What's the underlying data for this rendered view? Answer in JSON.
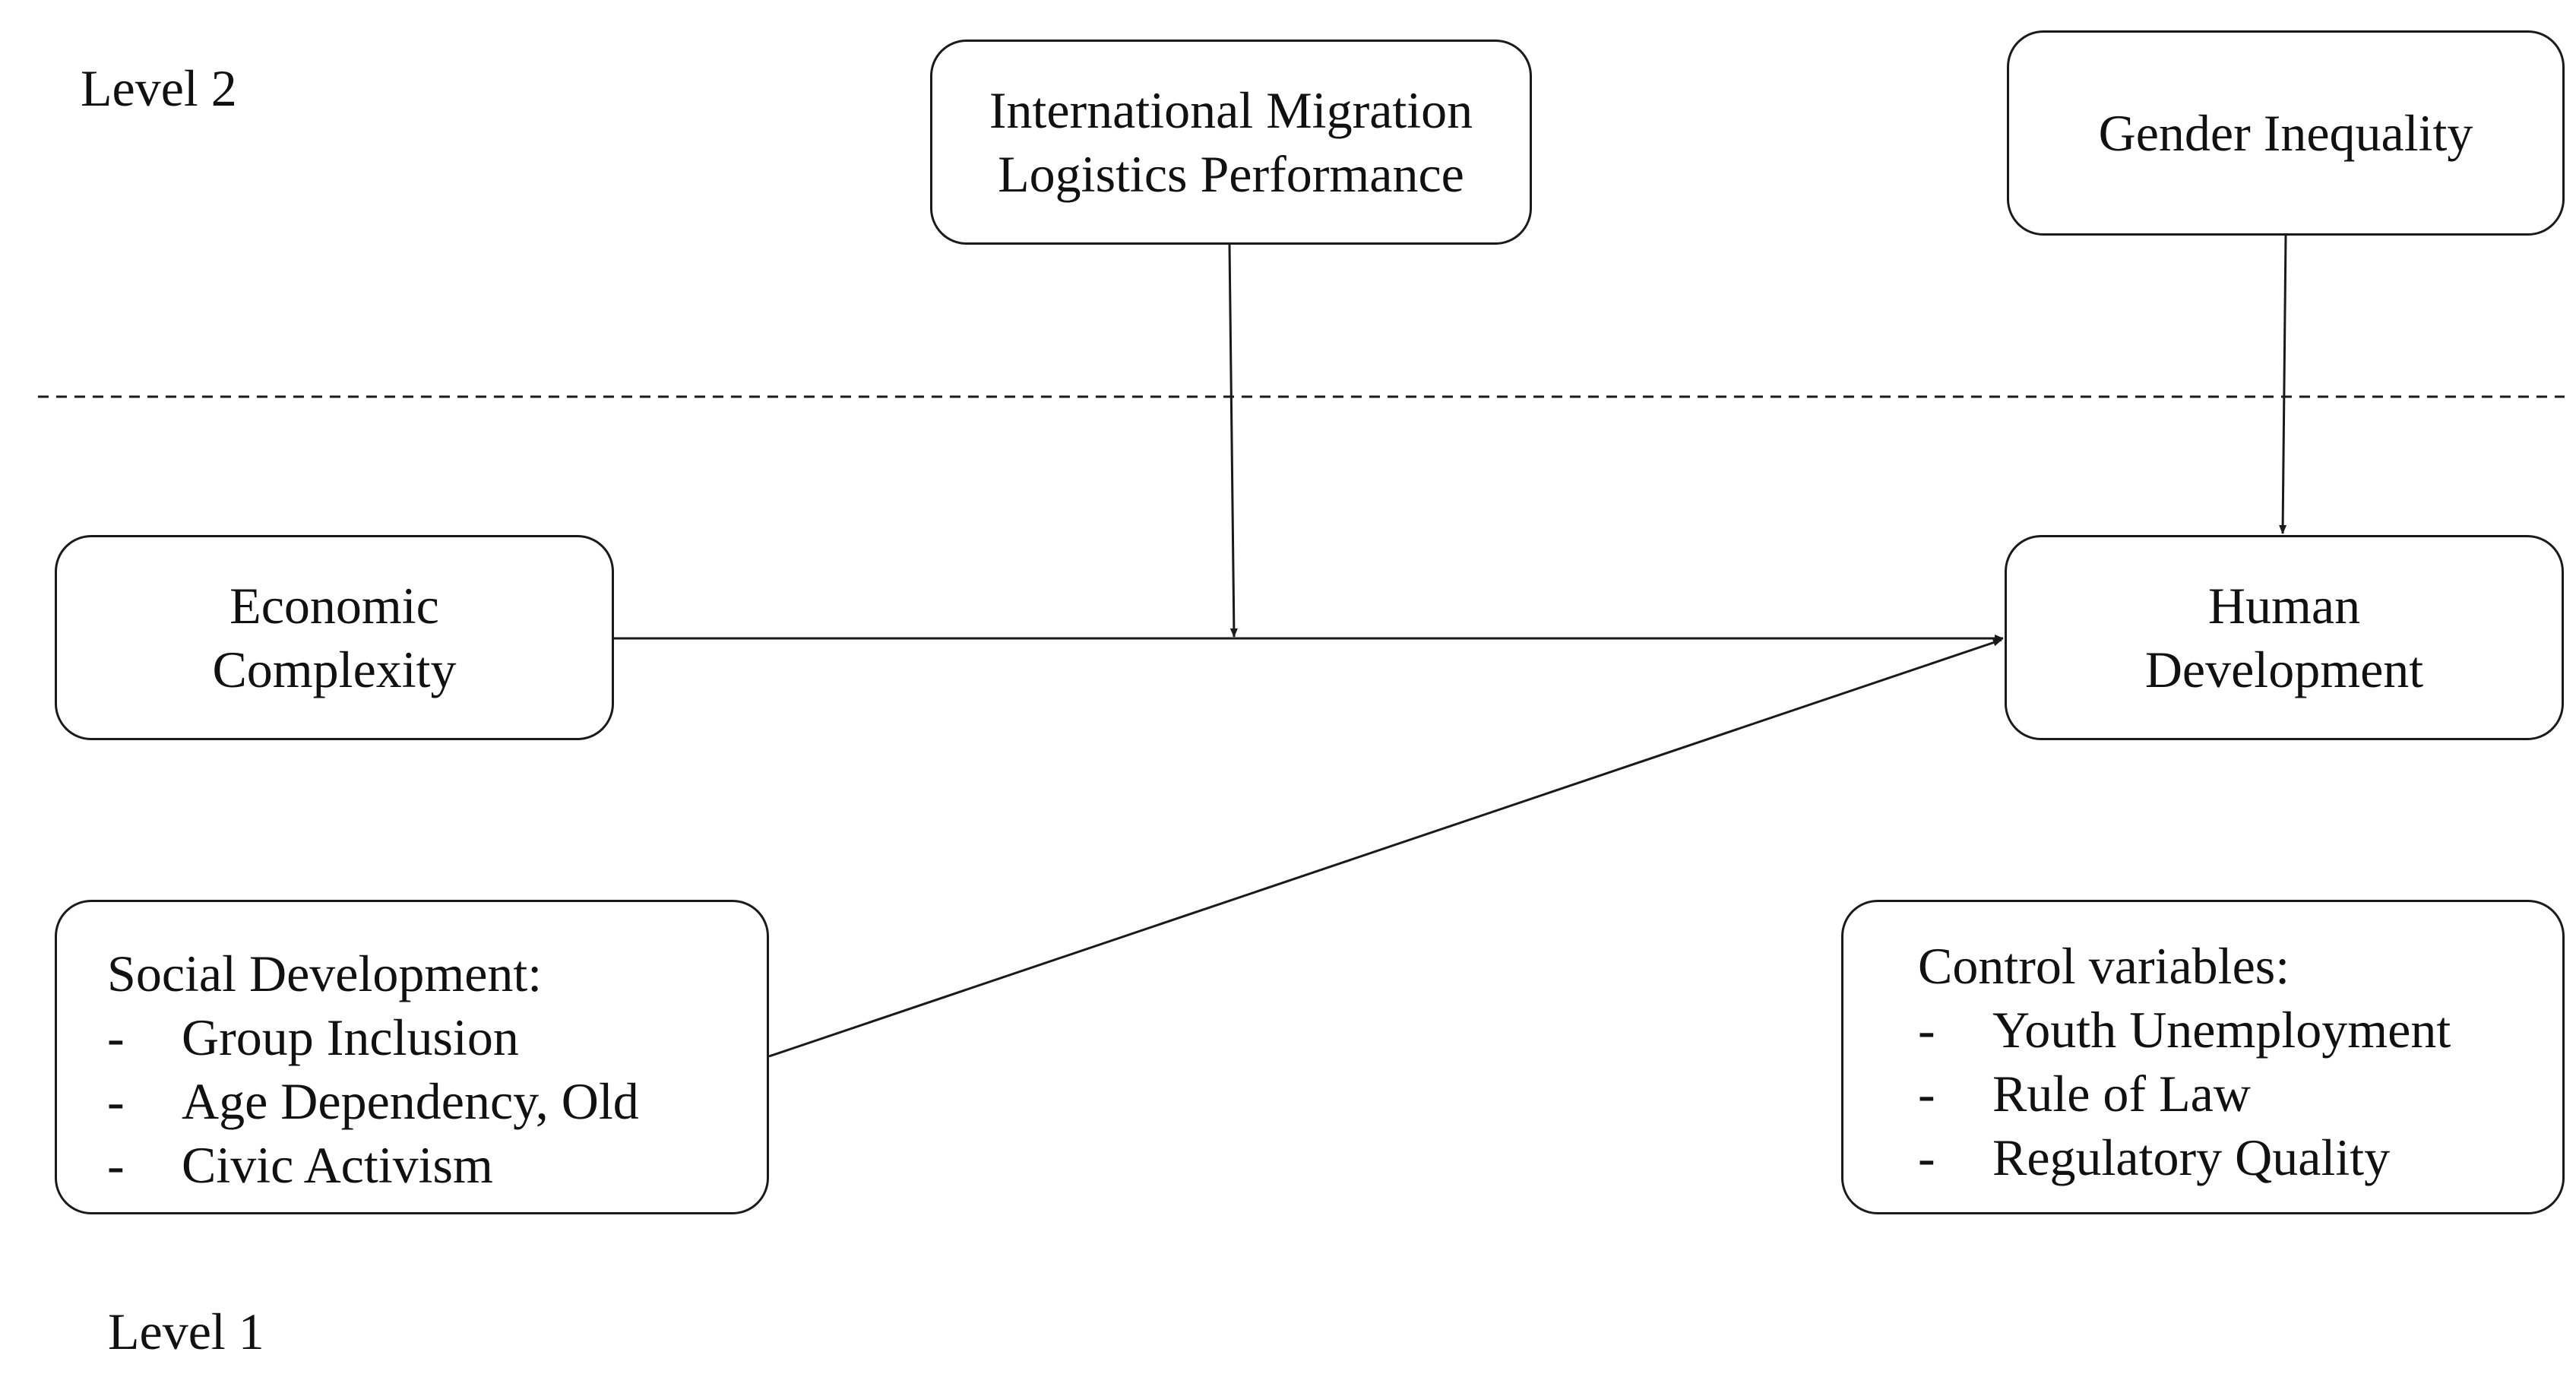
{
  "levels": {
    "level2": "Level 2",
    "level1": "Level 1"
  },
  "boxes": {
    "migration": {
      "lines": [
        "International Migration",
        "Logistics Performance"
      ]
    },
    "gender": {
      "lines": [
        "Gender Inequality"
      ]
    },
    "economic": {
      "lines": [
        "Economic",
        "Complexity"
      ]
    },
    "human": {
      "lines": [
        "Human",
        "Development"
      ]
    },
    "social": {
      "title": "Social Development:",
      "items": [
        "Group Inclusion",
        "Age Dependency, Old",
        "Civic Activism"
      ]
    },
    "control": {
      "title": "Control variables:",
      "items": [
        "Youth Unemployment",
        "Rule of Law",
        "Regulatory Quality"
      ]
    }
  },
  "bullet": "-",
  "colors": {
    "stroke": "#1a1a1a",
    "background": "#ffffff"
  }
}
